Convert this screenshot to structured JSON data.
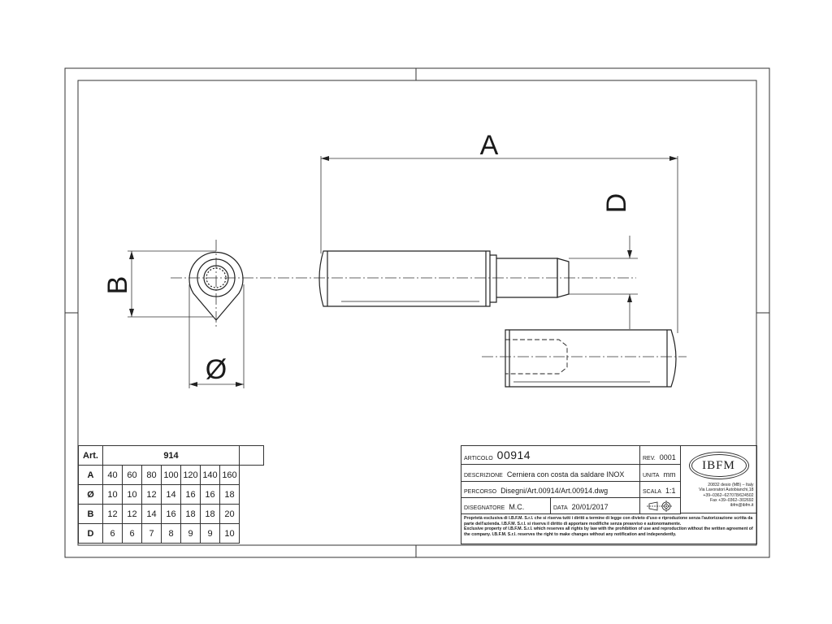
{
  "dimension_labels": {
    "a": "A",
    "b": "B",
    "d": "D",
    "diameter": "Ø"
  },
  "dimension_table": {
    "header_label": "Art.",
    "header_value": "914",
    "rows": [
      {
        "label": "A",
        "values": [
          "40",
          "60",
          "80",
          "100",
          "120",
          "140",
          "160"
        ]
      },
      {
        "label": "Ø",
        "values": [
          "10",
          "10",
          "12",
          "14",
          "16",
          "16",
          "18"
        ]
      },
      {
        "label": "B",
        "values": [
          "12",
          "12",
          "14",
          "16",
          "18",
          "18",
          "20"
        ]
      },
      {
        "label": "D",
        "values": [
          "6",
          "6",
          "7",
          "8",
          "9",
          "9",
          "10"
        ]
      }
    ]
  },
  "title_block": {
    "articolo_label": "ARTICOLO",
    "articolo_value": "00914",
    "rev_label": "REV.",
    "rev_value": "0001",
    "descrizione_label": "DESCRIZIONE",
    "descrizione_value": "Cerniera con costa da saldare INOX",
    "unita_label": "UNITA",
    "unita_value": "mm",
    "percorso_label": "PERCORSO",
    "percorso_value": "Disegni/Art.00914/Art.00914.dwg",
    "scala_label": "SCALA",
    "scala_value": "1:1",
    "disegnatore_label": "DISEGNATORE",
    "disegnatore_value": "M.C.",
    "data_label": "DATA",
    "data_value": "20/01/2017",
    "logo_text": "IBFM",
    "address_lines": [
      "20832 desio (MB) – Italy",
      "Via Lavoratori Autobianchi,18",
      "+39–0362–627078/624502",
      "Fax +39–0362–302692",
      "ibfm@ibfm.it"
    ],
    "legal_it": "Proprietà esclusiva di I.B.F.M. S.r.l. che si riserva tutti i diritti a termine di legge con divieto d'uso e riproduzione senza l'autorizzazione scritta da parte dell'azienda. I.B.F.M. S.r.l. si riserva il diritto di apportare modifiche senza preavviso e autonomamente.",
    "legal_en": "Exclusive property of I.B.F.M. S.r.l. which reserves all rights by law with the prohibition of use and reproduction without the written agreement of the company. I.B.F.M. S.r.l. reserves the right to make changes without any notification and independently."
  }
}
